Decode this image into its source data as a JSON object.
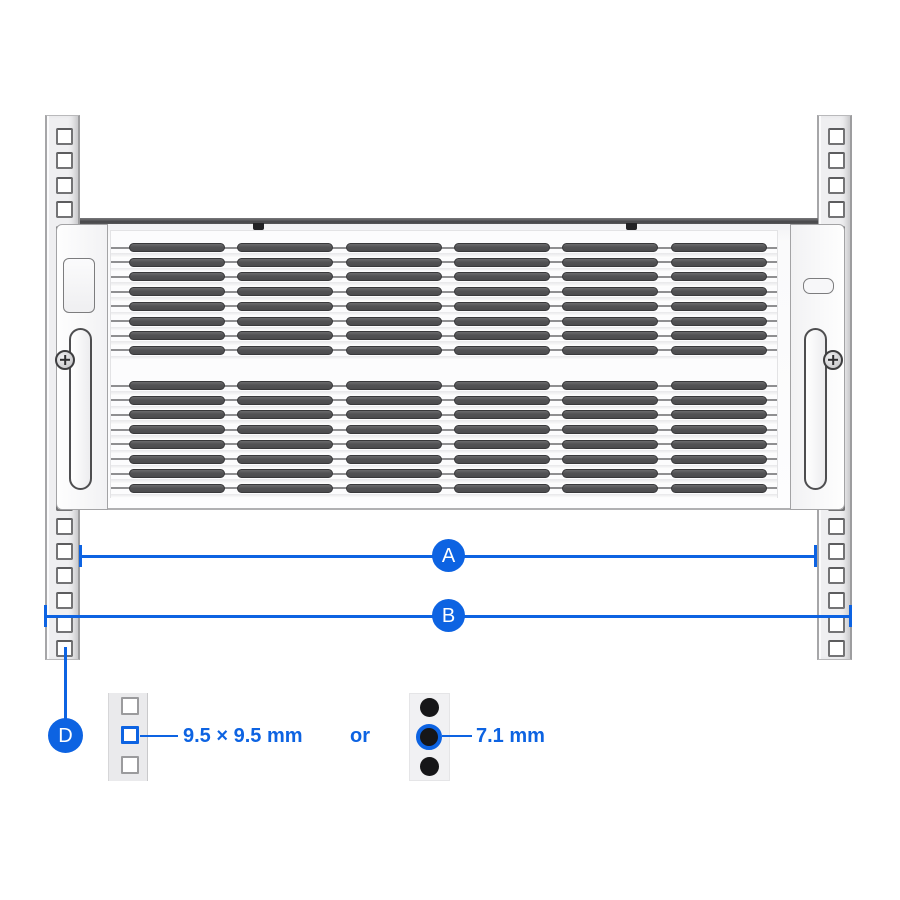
{
  "figure": {
    "title": "rack-mount-dimension-diagram",
    "dimension_labels": {
      "a": "A",
      "b": "B",
      "d": "D"
    },
    "hole_detail": {
      "square_hole_dimension": "9.5 × 9.5 mm",
      "conjunction": "or",
      "round_hole_dimension": "7.1 mm"
    },
    "counts": {
      "post_holes_per_rail": 22,
      "vent_banks": 2,
      "vent_rows_per_bank": 8,
      "vent_columns": 6,
      "detail_square_holes": 3,
      "detail_round_holes": 3
    },
    "colors": {
      "accent_blue": "#0d63e2",
      "slot_gray": "#545456",
      "post_gray": "#efeff1",
      "chassis_white": "#fafafb",
      "background": "#ffffff"
    }
  }
}
